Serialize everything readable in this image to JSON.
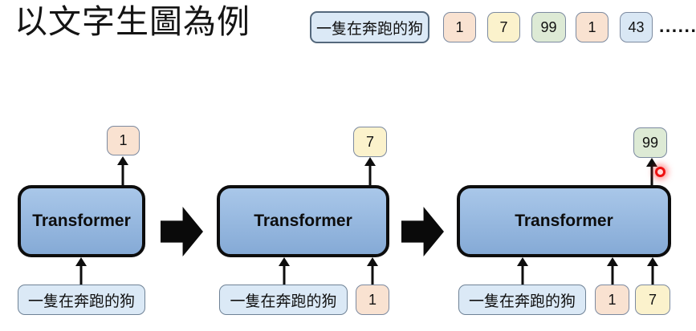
{
  "title": "以文字生圖為例",
  "colors": {
    "peach": "#f9e2d1",
    "yellow": "#fbf2cc",
    "green": "#ddead5",
    "blue": "#d9e7f4",
    "cjk_bg": "#dbe9f6",
    "cjk_border": "#6f8296",
    "token_border": "#7c8aa0",
    "block_top": "#a9c7e9",
    "block_bottom": "#85aad6",
    "border_dark": "#0d0d0d",
    "laser": "#ee1111"
  },
  "header": {
    "prompt": "一隻在奔跑的狗",
    "tokens": [
      {
        "value": "1",
        "color": "peach"
      },
      {
        "value": "7",
        "color": "yellow"
      },
      {
        "value": "99",
        "color": "green"
      },
      {
        "value": "1",
        "color": "peach"
      },
      {
        "value": "43",
        "color": "blue"
      }
    ],
    "ellipsis": "......"
  },
  "stages": [
    {
      "block_label": "Transformer",
      "output_token": {
        "value": "1",
        "color": "peach"
      },
      "inputs": {
        "prompt": "一隻在奔跑的狗",
        "tokens": []
      }
    },
    {
      "block_label": "Transformer",
      "output_token": {
        "value": "7",
        "color": "yellow"
      },
      "inputs": {
        "prompt": "一隻在奔跑的狗",
        "tokens": [
          {
            "value": "1",
            "color": "peach"
          }
        ]
      }
    },
    {
      "block_label": "Transformer",
      "output_token": {
        "value": "99",
        "color": "green"
      },
      "inputs": {
        "prompt": "一隻在奔跑的狗",
        "tokens": [
          {
            "value": "1",
            "color": "peach"
          },
          {
            "value": "7",
            "color": "yellow"
          }
        ]
      }
    }
  ]
}
